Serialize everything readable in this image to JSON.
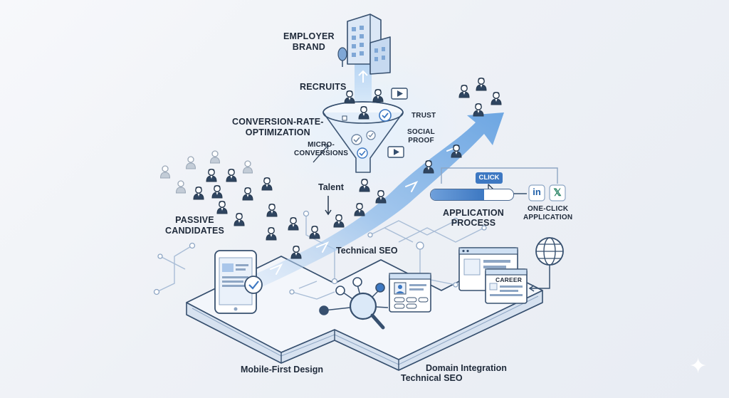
{
  "labels": {
    "employer_brand": "EMPLOYER\nBRAND",
    "recruits": "RECRUITS",
    "cro": "CONVERSION-RATE-\nOPTIMIZATION",
    "trust": "TRUST",
    "social_proof": "SOCIAL\nPROOF",
    "micro_conversions": "MICRO-\nCONVERSIONS",
    "talent": "Talent",
    "passive_candidates": "PASSIVE\nCANDIDATES",
    "click": "CLICK",
    "application_process": "APPLICATION\nPROCESS",
    "one_click_application": "ONE-CLICK\nAPPLICATION",
    "technical_seo_mid": "Technical SEO",
    "career": "CAREER",
    "mobile_first": "Mobile-First Design",
    "domain_integration": "Domain Integration",
    "technical_seo_bottom": "Technical SEO"
  },
  "social": {
    "linkedin": "in",
    "x": "𝕏"
  },
  "progress": {
    "application_bar": 0.65
  },
  "colors": {
    "arrow": "#8fb9e6",
    "outline": "#37506f",
    "accent": "#3d78c2",
    "platform_top": "#f3f6fb",
    "platform_side": "#c9d7ea",
    "linkedin": "#1f5fa8",
    "x_brand": "#1e7d5c"
  },
  "icons": [
    "building-icon",
    "tree-icon",
    "funnel-icon",
    "checkmark-icon",
    "video-icon",
    "person-icon",
    "cursor-icon",
    "linkedin-icon",
    "x-icon",
    "globe-icon",
    "smartphone-icon",
    "magnifier-icon",
    "profile-card-icon",
    "browser-window-icon",
    "sparkle-icon"
  ]
}
